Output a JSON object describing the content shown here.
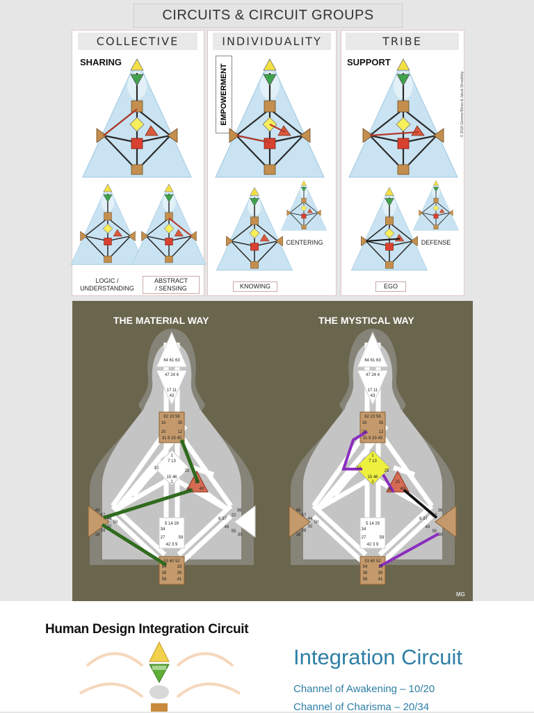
{
  "header": {
    "title": "CIRCUITS & CIRCUIT GROUPS"
  },
  "columns": [
    {
      "header": "COLLECTIVE",
      "tag": "SHARING",
      "sublabels": [
        "LOGIC /\nUNDERSTANDING",
        "ABSTRACT\n/ SENSING"
      ]
    },
    {
      "header": "INDIVIDUALITY",
      "tag": "EMPOWERMENT",
      "sublabels": [
        "KNOWING",
        "CENTERING"
      ]
    },
    {
      "header": "TRIBE",
      "tag": "SUPPORT",
      "sublabels": [
        "EGO",
        "DEFENSE"
      ]
    }
  ],
  "copyright": "© 2018 Gemma Blinco & Jakub Strnad/sky",
  "ways": {
    "left_title": "THE MATERIAL WAY",
    "right_title": "THE MYSTICAL WAY",
    "credit": "MG"
  },
  "gates": {
    "head": "64 61 63",
    "ajna1": "47 24 4",
    "ajna2": "17 11",
    "ajna3": "43",
    "throat1": "62 23 56",
    "throat2l": "16",
    "throat2r": "35",
    "throat3l": "20",
    "throat3r": "12",
    "throat4": "31 8 33 45",
    "g1": "1",
    "g2": "7  13",
    "g3l": "10",
    "g3r": "25",
    "g4": "15  46",
    "g5": "2",
    "heart1": "21",
    "heart2": "51",
    "heart3": "26",
    "heart4": "40",
    "spleen1": "48",
    "spleen2": "57",
    "spleen3": "44",
    "spleen4": "50",
    "spleen5": "32",
    "spleen6": "28",
    "spleen7": "18",
    "solar1": "36",
    "solar2": "6  37",
    "solar3": "22",
    "solar4": "49",
    "solar5": "55",
    "solar6": "30",
    "sacral1": "5 14 29",
    "sacral2": "34",
    "sacral3": "27",
    "sacral4": "59",
    "sacral5": "42 3 9",
    "root1": "53 60 52",
    "root2l": "54",
    "root2r": "19",
    "root3l": "38",
    "root3r": "39",
    "root4l": "58",
    "root4r": "41"
  },
  "bottom": {
    "hd_title": "Human Design Integration Circuit",
    "ic_title": "Integration Circuit",
    "channels": [
      "Channel of Awakening – 10/20",
      "Channel of Charisma – 20/34"
    ]
  },
  "colors": {
    "green_channel": "#2f6b1e",
    "purple_channel": "#8a2dbd",
    "center_brown": "#b88a55",
    "heart_red": "#c94a3a",
    "g_yellow": "#f0ee3a",
    "teal_title": "#2e7fa6"
  }
}
